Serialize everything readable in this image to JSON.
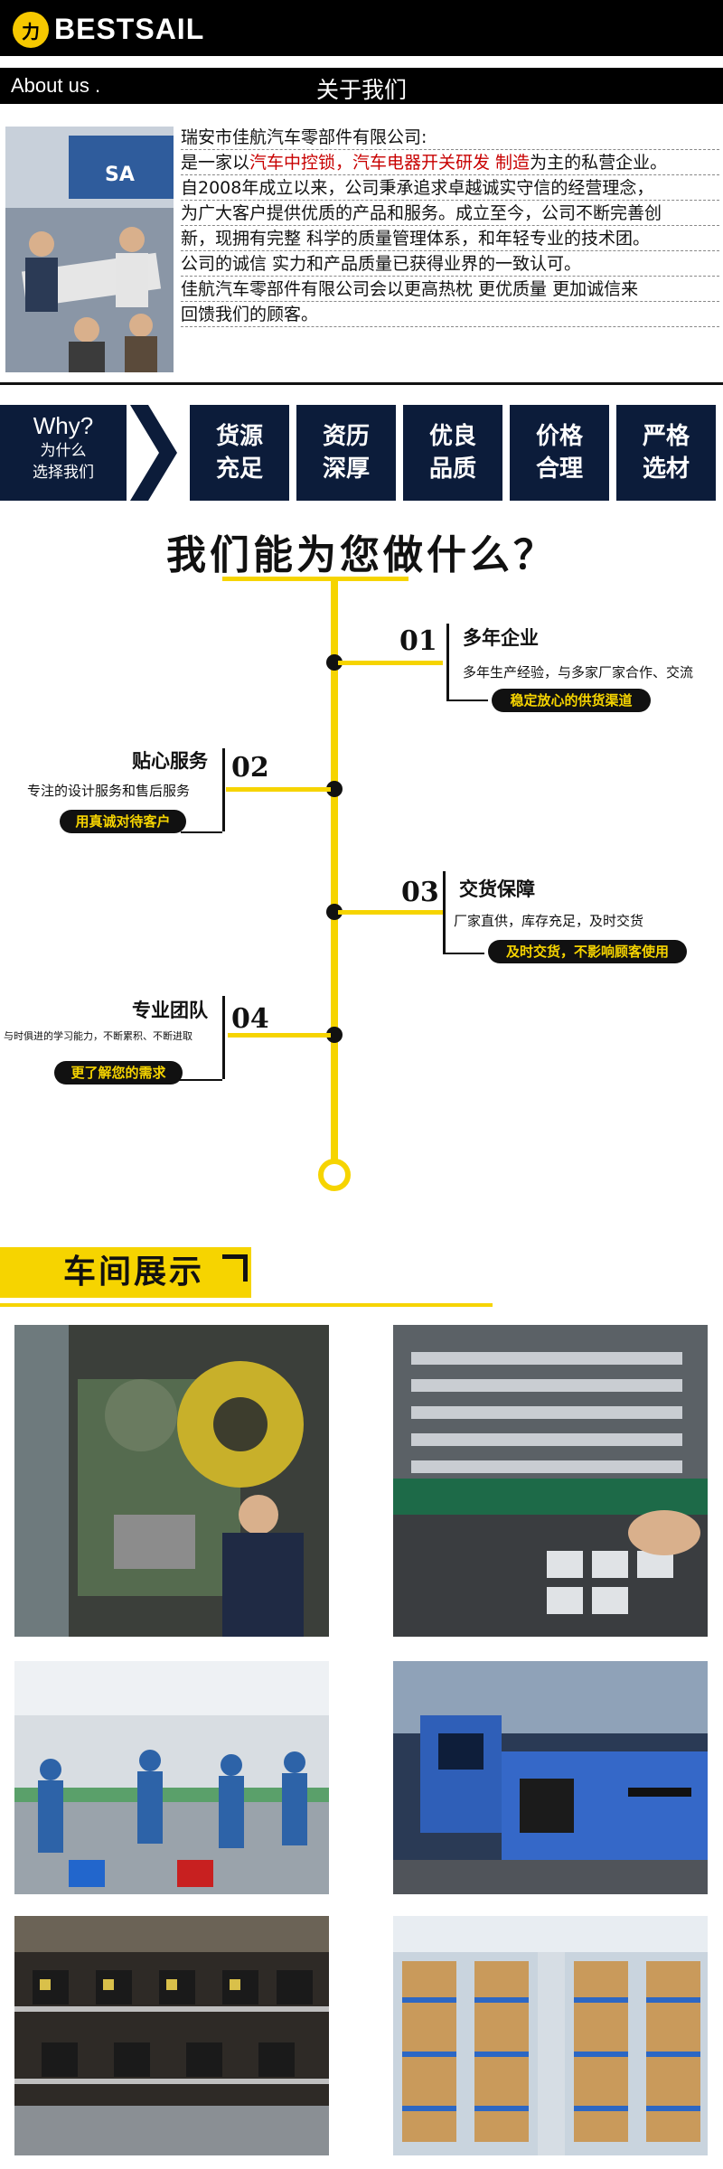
{
  "header": {
    "logo_glyph": "力",
    "brand": "BESTSAIL",
    "about_en": "About us .",
    "about_cn": "关于我们"
  },
  "about": {
    "line1": "瑞安市佳航汽车零部件有限公司:",
    "line2_pre": "是一家以",
    "line2_red": "汽车中控锁，汽车电器开关研发 制造",
    "line2_post": "为主的私营企业。",
    "line3": "自2008年成立以来，公司秉承追求卓越诚实守信的经营理念，",
    "line4": "为广大客户提供优质的产品和服务。成立至今，公司不断完善创",
    "line5": "新，现拥有完整 科学的质量管理体系，和年轻专业的技术团。",
    "line6": "公司的诚信 实力和产品质量已获得业界的一致认可。",
    "line7": "佳航汽车零部件有限公司会以更高热枕  更优质量  更加诚信来",
    "line8": "回馈我们的顾客。"
  },
  "why": {
    "title": "Why?",
    "sub1": "为什么",
    "sub2": "选择我们",
    "cards": [
      {
        "l1": "货源",
        "l2": "充足"
      },
      {
        "l1": "资历",
        "l2": "深厚"
      },
      {
        "l1": "优良",
        "l2": "品质"
      },
      {
        "l1": "价格",
        "l2": "合理"
      },
      {
        "l1": "严格",
        "l2": "选材"
      }
    ]
  },
  "services": {
    "title": "我们能为您做什么？",
    "items": [
      {
        "num": "01",
        "title": "多年企业",
        "desc": "多年生产经验，与多家厂家合作、交流",
        "tag": "稳定放心的供货渠道"
      },
      {
        "num": "02",
        "title": "贴心服务",
        "desc": "专注的设计服务和售后服务",
        "tag": "用真诚对待客户"
      },
      {
        "num": "03",
        "title": "交货保障",
        "desc": "厂家直供，库存充足，及时交货",
        "tag": "及时交货，不影响顾客使用"
      },
      {
        "num": "04",
        "title": "专业团队",
        "desc": "与时俱进的学习能力，不断累积、不断进取",
        "tag": "更了解您的需求"
      }
    ]
  },
  "workshop": {
    "title": "车间展示"
  },
  "colors": {
    "yellow": "#f6d400",
    "navy": "#0c1c3a",
    "red": "#c80000"
  }
}
